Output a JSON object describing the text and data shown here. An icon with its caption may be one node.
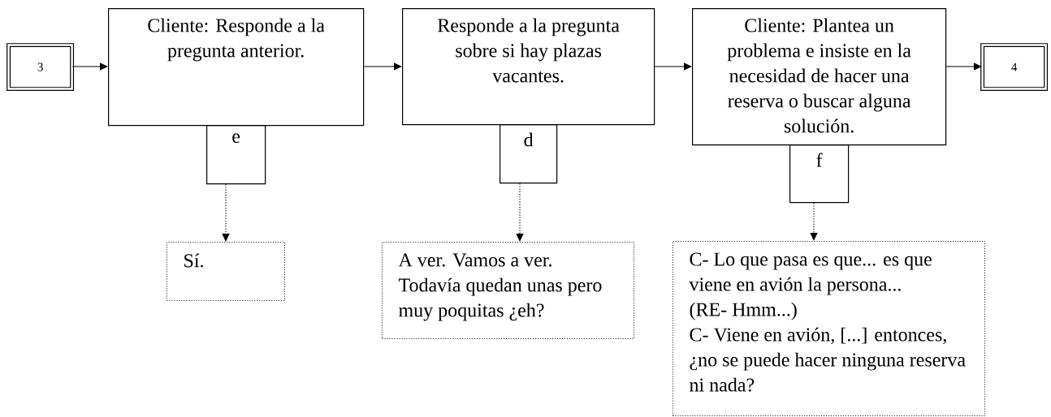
{
  "diagram": {
    "nodes": [
      {
        "text": [
          "3"
        ]
      },
      {
        "text": [
          "Cliente: Responde a la pregunta anterior."
        ]
      },
      {
        "text": [
          "e"
        ]
      },
      {
        "text": [
          "Sí."
        ]
      },
      {
        "text": [
          "Responde a la pregunta sobre si hay plazas vacantes."
        ]
      },
      {
        "text": [
          "d"
        ]
      },
      {
        "text": [
          "A ver. Vamos a ver. Todavía quedan unas pero muy poquitas ¿eh?"
        ]
      },
      {
        "text": [
          "Cliente: Plantea un problema e insiste en la necesidad de hacer una reserva o buscar alguna solución."
        ]
      },
      {
        "text": [
          "f"
        ]
      },
      {
        "text": [
          "C- Lo que pasa es que... es que viene en avión la persona...",
          "(RE- Hmm...)",
          "C- Viene en avión, [...] entonces, ¿no se puede hacer ninguna reserva ni nada?"
        ]
      },
      {
        "text": [
          "4"
        ]
      }
    ],
    "edges": [
      {
        "from": 0,
        "to": 1,
        "arrow": "to"
      },
      {
        "from": 1,
        "to": 4,
        "arrow": "to"
      },
      {
        "from": 4,
        "to": 7,
        "arrow": "to"
      },
      {
        "from": 7,
        "to": 10,
        "arrow": "to"
      },
      {
        "from": 2,
        "to": 3,
        "arrow": "to",
        "style": "dashed"
      },
      {
        "from": 5,
        "to": 6,
        "arrow": "to",
        "style": "dashed"
      },
      {
        "from": 8,
        "to": 9,
        "arrow": "to",
        "style": "dashed"
      }
    ]
  }
}
